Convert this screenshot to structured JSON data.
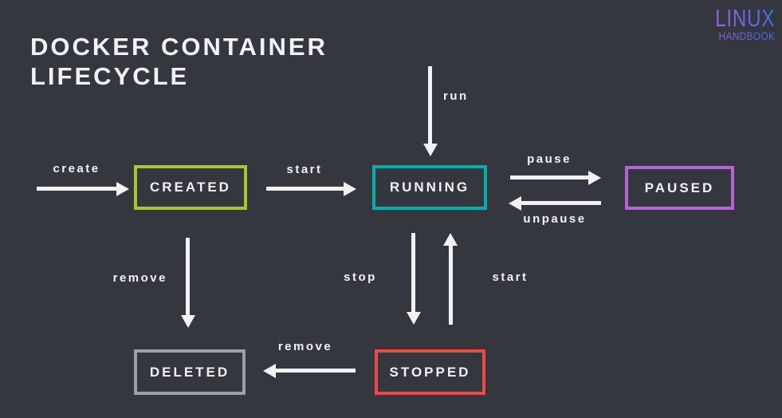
{
  "header": {
    "title_line1": "DOCKER CONTAINER",
    "title_line2": "LIFECYCLE"
  },
  "logo": {
    "line1": "LINUX",
    "line2": "HANDBOOK"
  },
  "theme": {
    "background": "#34373d",
    "text": "#f2f2f2",
    "arrow": "#f2f2f2",
    "logo_from": "#a15ce6",
    "logo_to": "#3e6ee8"
  },
  "states": [
    {
      "id": "created",
      "label": "CREATED",
      "color": "#a9c62b"
    },
    {
      "id": "running",
      "label": "RUNNING",
      "color": "#00b0ad"
    },
    {
      "id": "paused",
      "label": "PAUSED",
      "color": "#b763d8"
    },
    {
      "id": "stopped",
      "label": "STOPPED",
      "color": "#ef4848"
    },
    {
      "id": "deleted",
      "label": "DELETED",
      "color": "#9ba0a6"
    }
  ],
  "edges": [
    {
      "label": "create",
      "from": "outside",
      "to": "created"
    },
    {
      "label": "start",
      "from": "created",
      "to": "running"
    },
    {
      "label": "run",
      "from": "outside-top",
      "to": "running"
    },
    {
      "label": "pause",
      "from": "running",
      "to": "paused"
    },
    {
      "label": "unpause",
      "from": "paused",
      "to": "running"
    },
    {
      "label": "stop",
      "from": "running",
      "to": "stopped"
    },
    {
      "label": "start",
      "from": "stopped",
      "to": "running"
    },
    {
      "label": "remove",
      "from": "created",
      "to": "deleted"
    },
    {
      "label": "remove",
      "from": "stopped",
      "to": "deleted"
    }
  ]
}
